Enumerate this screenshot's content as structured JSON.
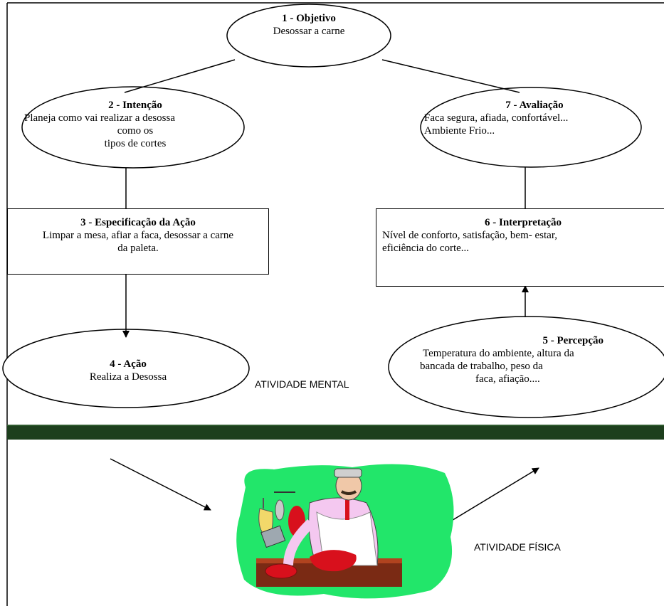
{
  "nodes": {
    "n1": {
      "title": "1 - Objetivo",
      "lines": [
        "Desossar a carne"
      ]
    },
    "n2": {
      "title": "2 - Intenção",
      "lines": [
        "Planeja como vai realizar a desossa",
        "como os",
        "tipos de cortes"
      ]
    },
    "n3": {
      "title": "3 - Especificação da Ação",
      "lines": [
        "Limpar a mesa, afiar a faca, desossar a carne",
        "da paleta."
      ]
    },
    "n4": {
      "title": "4 - Ação",
      "lines": [
        "Realiza a Desossa"
      ]
    },
    "n5": {
      "title": "5 - Percepção",
      "lines": [
        "Temperatura do ambiente, altura da",
        "bancada de trabalho, peso da",
        "faca, afiação...."
      ]
    },
    "n6": {
      "title": "6 - Interpretação",
      "lines": [
        "Nível de conforto, satisfação, bem- estar,",
        "eficiência do corte..."
      ]
    },
    "n7": {
      "title": "7 - Avaliação",
      "lines": [
        "Faca segura, afiada, confortável...",
        "Ambiente Frio..."
      ]
    }
  },
  "labels": {
    "mental": "ATIVIDADE MENTAL",
    "physical": "ATIVIDADE FÍSICA"
  },
  "colors": {
    "band": "#1d3f1d",
    "clipart_background": "#22e66a",
    "shirt": "#f4c8f0",
    "meat": "#d8101c"
  },
  "icons": {
    "illustration": "butcher-cutting-meat-illustration"
  }
}
